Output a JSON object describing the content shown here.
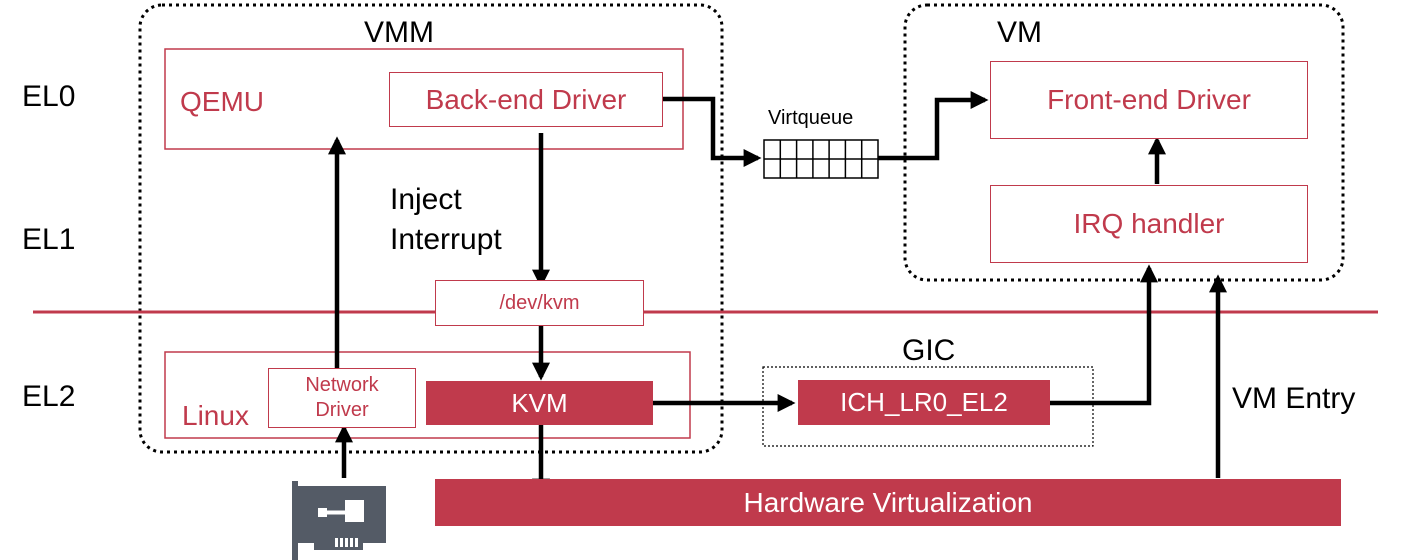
{
  "levels": {
    "el0": "EL0",
    "el1": "EL1",
    "el2": "EL2"
  },
  "vmm": {
    "title": "VMM",
    "qemu": "QEMU",
    "backend": "Back-end Driver",
    "inject_line1": "Inject",
    "inject_line2": "Interrupt",
    "devkvm": "/dev/kvm",
    "linux": "Linux",
    "netdrv_line1": "Network",
    "netdrv_line2": "Driver",
    "kvm": "KVM"
  },
  "vm": {
    "title": "VM",
    "frontend": "Front-end Driver",
    "irq": "IRQ handler"
  },
  "virtqueue": {
    "label": "Virtqueue"
  },
  "gic": {
    "title": "GIC",
    "register": "ICH_LR0_EL2"
  },
  "vm_entry": "VM Entry",
  "hardware": "Hardware Virtualization",
  "colors": {
    "accent": "#c03a4c",
    "text": "#000000"
  },
  "icons": {
    "nic": "network-card-icon"
  }
}
